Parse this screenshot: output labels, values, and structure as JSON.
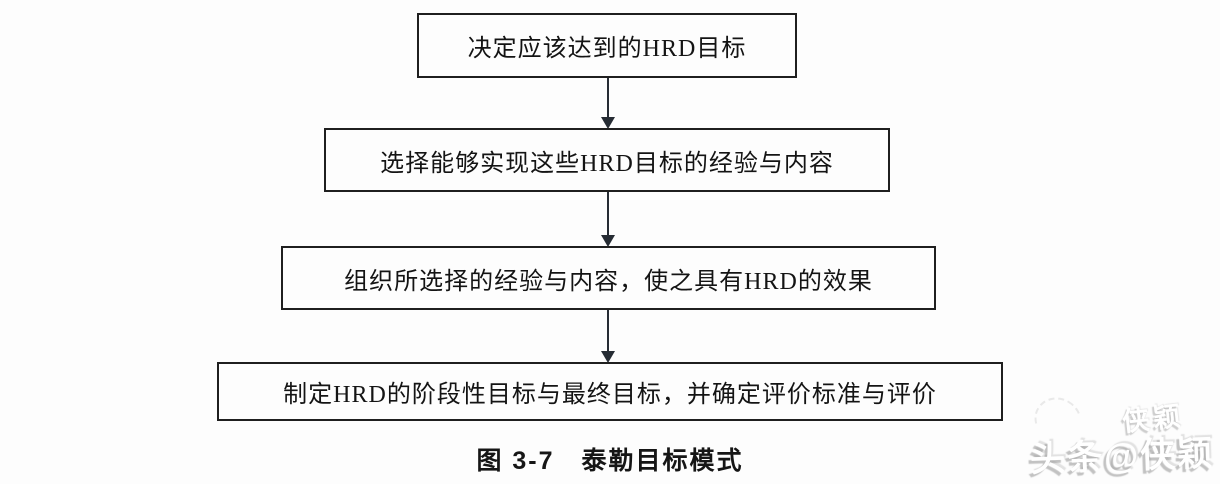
{
  "figure": {
    "type": "flowchart",
    "flow_direction": "top-down",
    "boxes": [
      {
        "label": "决定应该达到的HRD目标"
      },
      {
        "label": "选择能够实现这些HRD目标的经验与内容"
      },
      {
        "label": "组织所选择的经验与内容，使之具有HRD的效果"
      },
      {
        "label": "制定HRD的阶段性目标与最终目标，并确定评价标准与评价"
      }
    ],
    "caption": "图 3-7　泰勒目标模式"
  },
  "watermark": {
    "primary": "头条@侠颖",
    "secondary": "侠颖"
  },
  "colors": {
    "background": "#fdfdfd",
    "box_border": "#1f1f1f",
    "box_text": "#141414",
    "arrow": "#262c34",
    "watermark_shadow": "#919191"
  }
}
